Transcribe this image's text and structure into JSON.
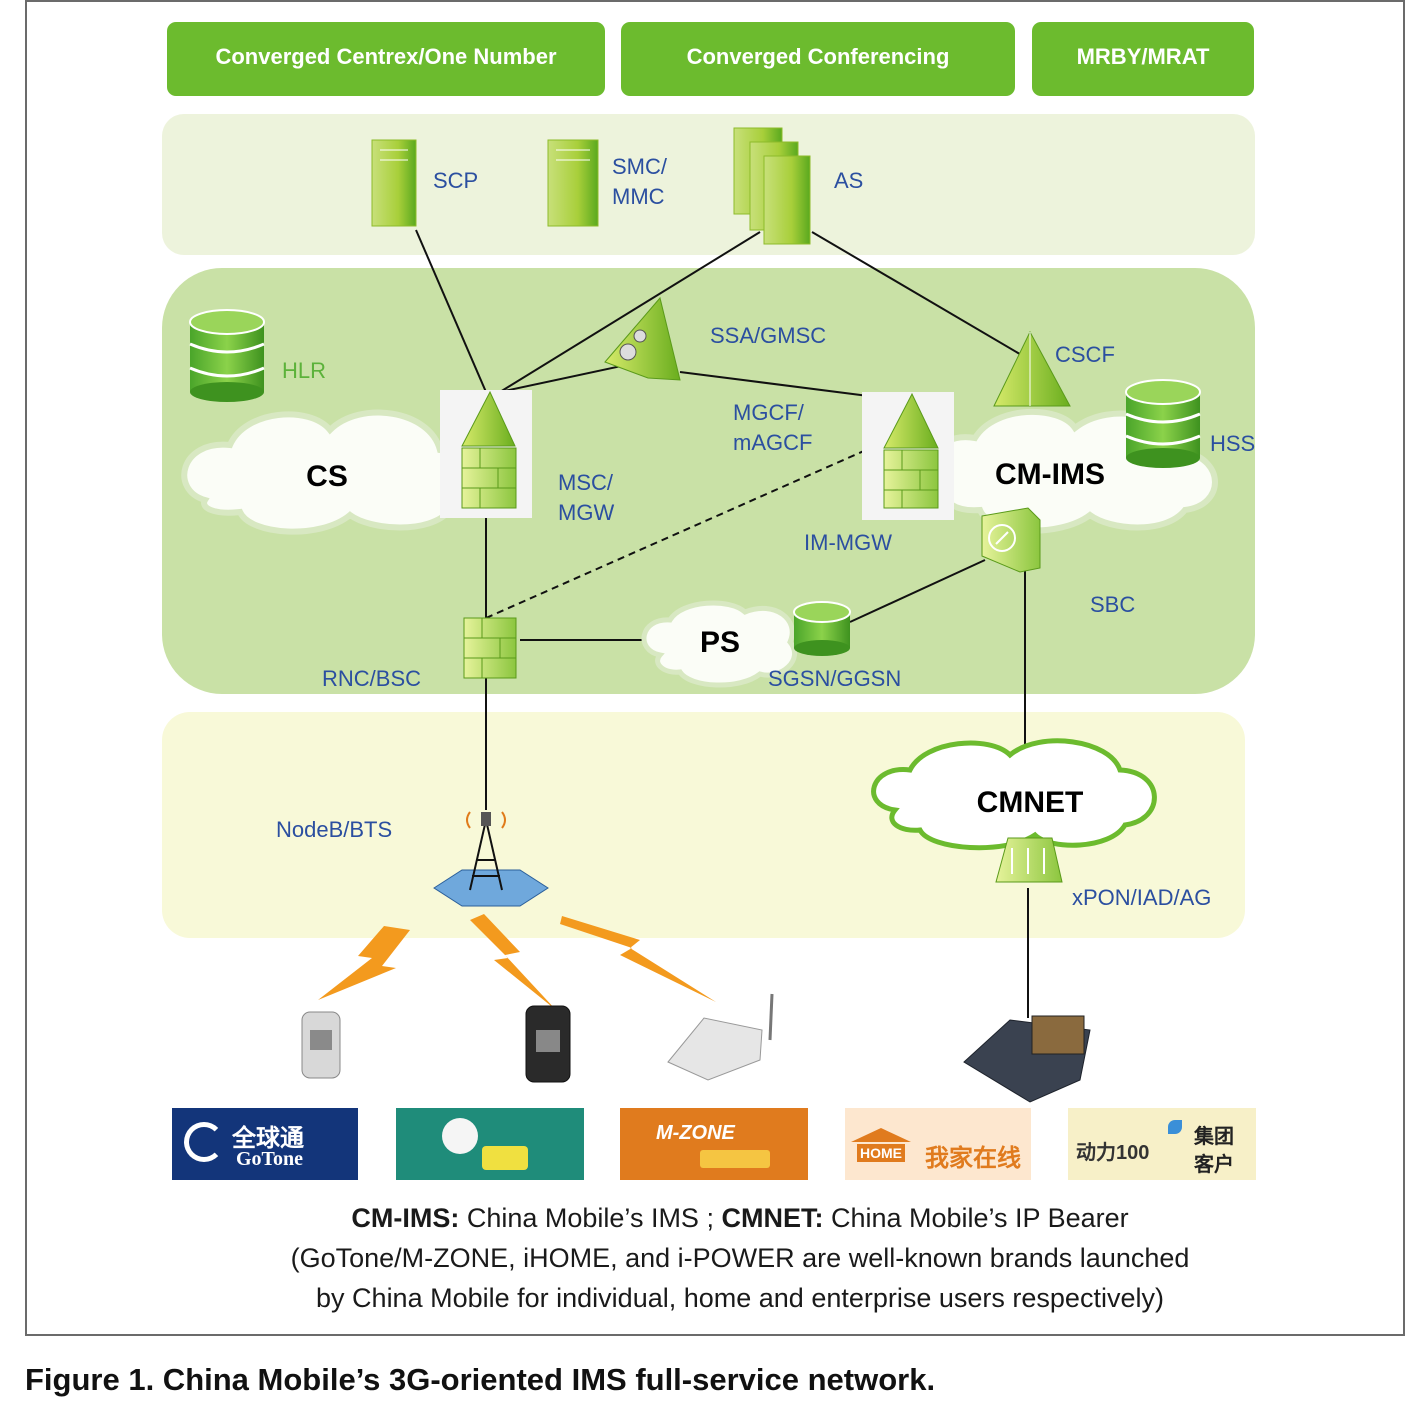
{
  "services": [
    "Converged Centrex/One Number",
    "Converged Conferencing",
    "MRBY/MRAT"
  ],
  "nodes": {
    "scp": "SCP",
    "smc": [
      "SMC/",
      "MMC"
    ],
    "as": "AS",
    "hlr": "HLR",
    "ssa": "SSA/GMSC",
    "cscf": "CSCF",
    "mgcf": [
      "MGCF/",
      "mAGCF"
    ],
    "hss": "HSS",
    "cs": "CS",
    "cmims": "CM-IMS",
    "msc": [
      "MSC/",
      "MGW"
    ],
    "imgw": "IM-MGW",
    "sbc": "SBC",
    "ps": "PS",
    "rnc": "RNC/BSC",
    "sgsn": "SGSN/GGSN",
    "nodeb": "NodeB/BTS",
    "cmnet": "CMNET",
    "xpon": "xPON/IAD/AG"
  },
  "brands": {
    "gotone_cn": "全球通",
    "gotone_en": "GoTone",
    "mzone_en": "M-ZONE",
    "ihome_en": "HOME",
    "ihome_cn": "我家在线",
    "ipower_en": "动力100",
    "ipower_cn1": "集团",
    "ipower_cn2": "客户"
  },
  "legend": {
    "line1_bold1": "CM-IMS:",
    "line1_text1": " China Mobile’s IMS ;  ",
    "line1_bold2": "CMNET:",
    "line1_text2": " China Mobile’s IP Bearer",
    "line2": "(GoTone/M-ZONE, iHOME, and i-POWER are well-known brands launched",
    "line3": "by China Mobile for individual, home and enterprise users respectively)"
  },
  "caption": "Figure 1. China Mobile’s 3G-oriented IMS full-service network.",
  "colors": {
    "service_green": "#6cbb2e",
    "label_blue": "#2b4fa0",
    "hlr_green": "#5cb23a",
    "lightning": "#f39a1e"
  }
}
